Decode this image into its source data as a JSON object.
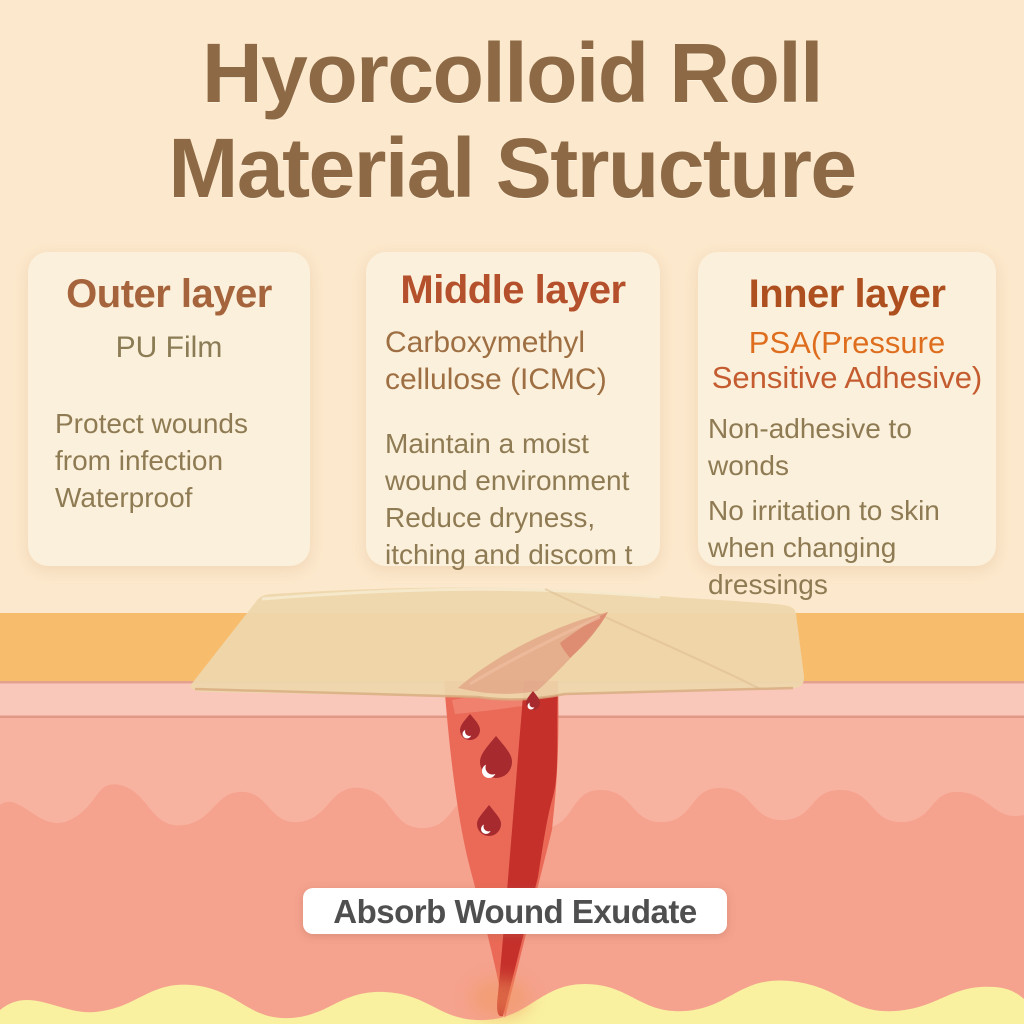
{
  "title": {
    "line1": "Hyorcolloid Roll",
    "line2": "Material Structure"
  },
  "cards": [
    {
      "heading": "Outer layer",
      "subtitle": "PU Film",
      "body": "Protect wounds from infection Waterproof"
    },
    {
      "heading": "Middle layer",
      "subtitle": "Carboxymethyl cellulose (ICMC)",
      "body": "Maintain a moist wound environment Reduce dryness, itching and discom t"
    },
    {
      "heading": "Inner layer",
      "subtitle_line1": "PSA(Pressure",
      "subtitle_line2": "Sensitive Adhesive)",
      "body_line1": "Non-adhesive to wonds",
      "body_line2": "No irritation to skin when changing dressings"
    }
  ],
  "diagram": {
    "label": "Absorb Wound Exudate",
    "colors": {
      "page_background": "#fce8cc",
      "card_background": "#fbf0db",
      "title_text": "#8d6a45",
      "outer_heading": "#a5643c",
      "middle_heading": "#b4502b",
      "inner_heading": "#ae4f1f",
      "psa_orange": "#de6e1e",
      "body_text": "#8f7b53",
      "label_text": "#4f4f4f",
      "epidermis_band": "#f8bc6d",
      "papillary_band": "#f9c8bb",
      "dermis_upper": "#f8b2a0",
      "dermis_lower": "#f5a28e",
      "subcutaneous_fat": "#f9f0a0",
      "wound_cavity": "#ea6a57",
      "wound_channel": "#c5302b",
      "blood_droplet": "#a62a2e",
      "hydrocolloid_patch": "#eed7ac"
    }
  }
}
